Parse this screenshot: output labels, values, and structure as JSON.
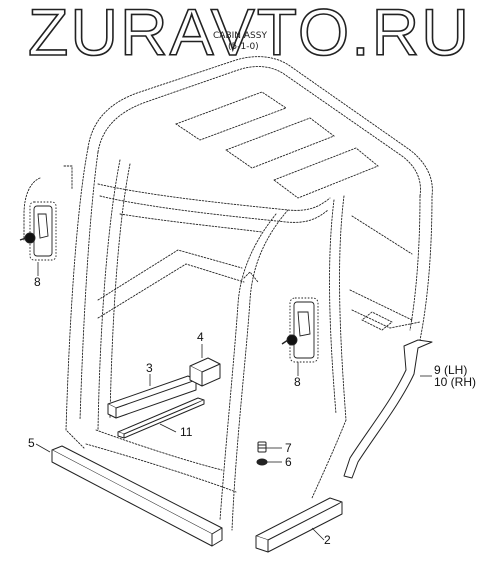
{
  "watermark": "ZURAVTO.RU",
  "caption": {
    "line1": "CABIN ASSY",
    "line2": "(5-1-0)"
  },
  "callouts": {
    "c2": "2",
    "c3": "3",
    "c4": "4",
    "c5": "5",
    "c6": "6",
    "c7": "7",
    "c8_left": "8",
    "c8_center": "8",
    "c9": "9 (LH)",
    "c10": "10 (RH)",
    "c11": "11"
  }
}
